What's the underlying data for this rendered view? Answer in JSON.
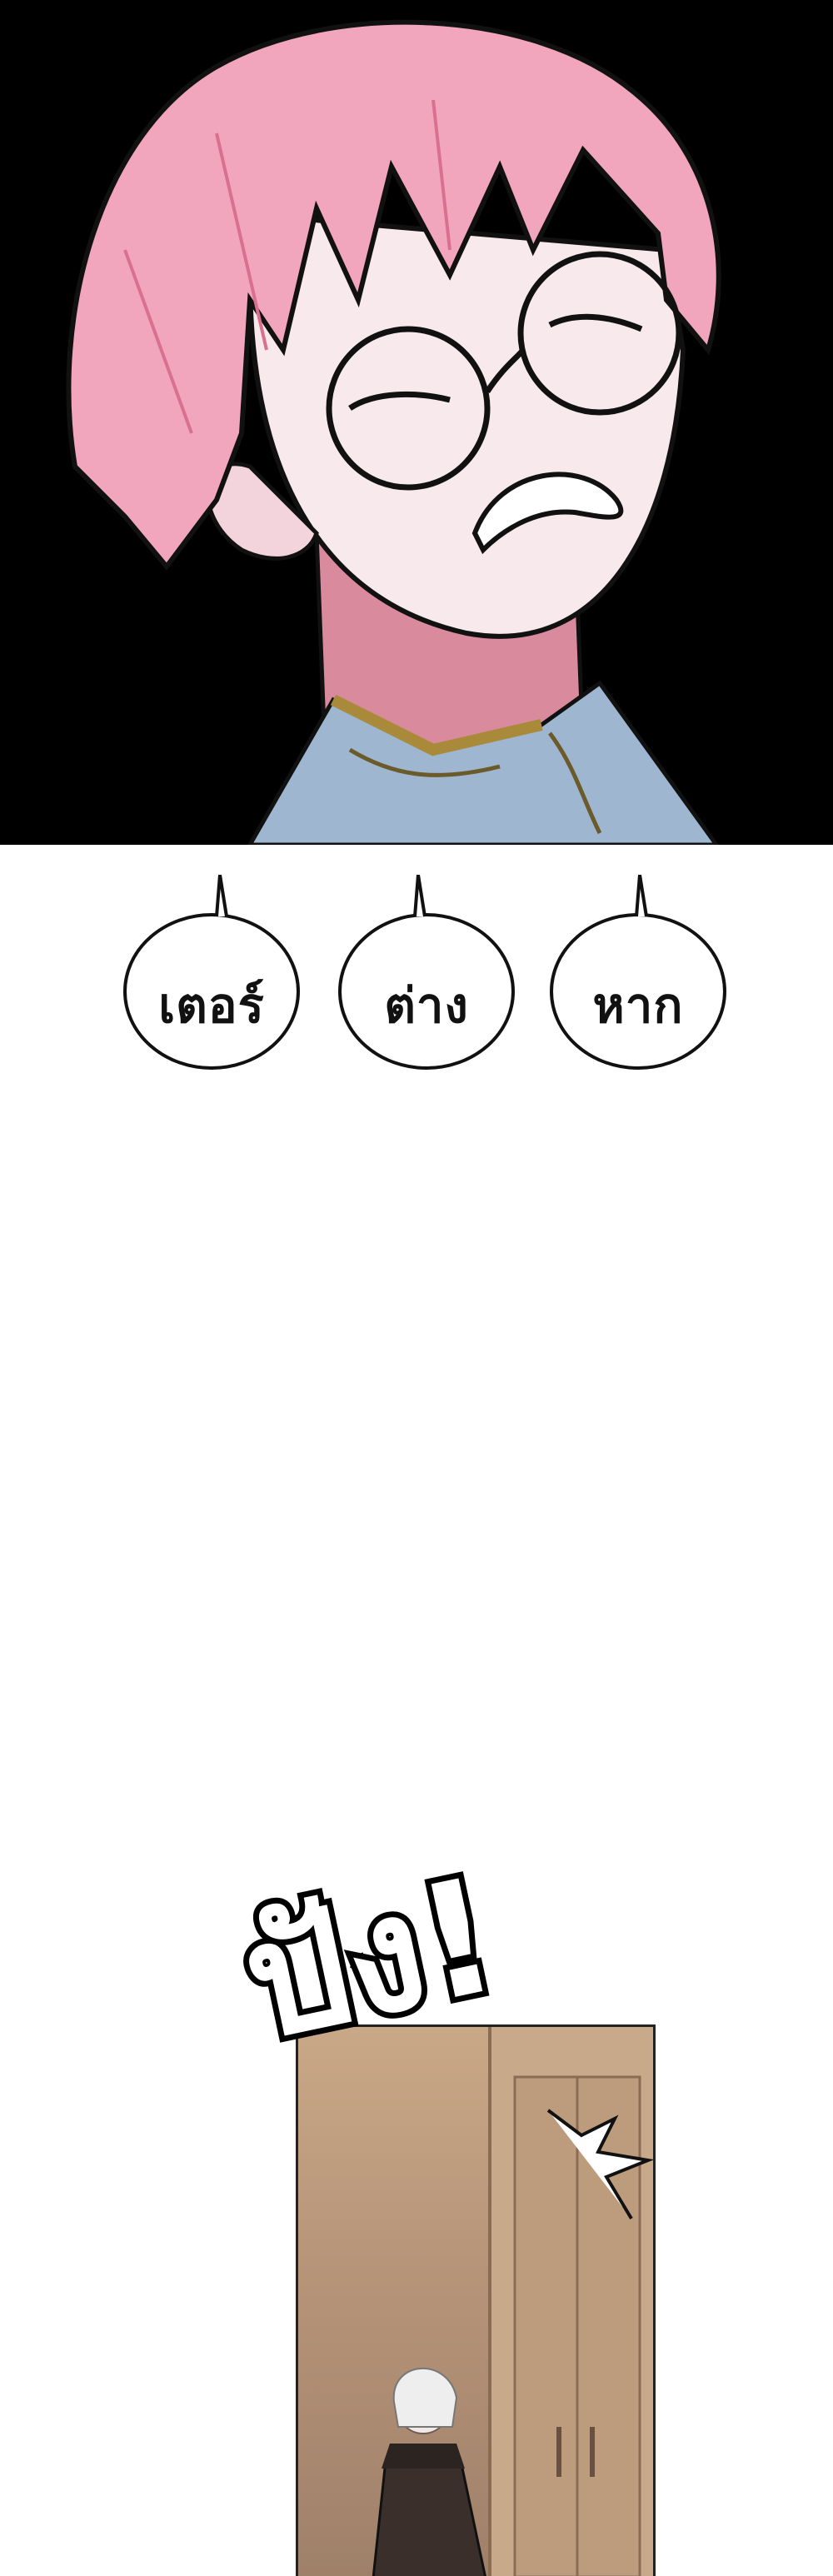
{
  "dialogue": {
    "bubble_left": "เตอร์",
    "bubble_middle": "ต่าง",
    "bubble_right": "หาก"
  },
  "sound_effect": {
    "text": "ปัง!"
  },
  "colors": {
    "hair": "#f2a6bd",
    "skin": "#f8e9ec",
    "collar": "#9fb6d0",
    "trim": "#a88a3a",
    "room": "#b8967a"
  }
}
